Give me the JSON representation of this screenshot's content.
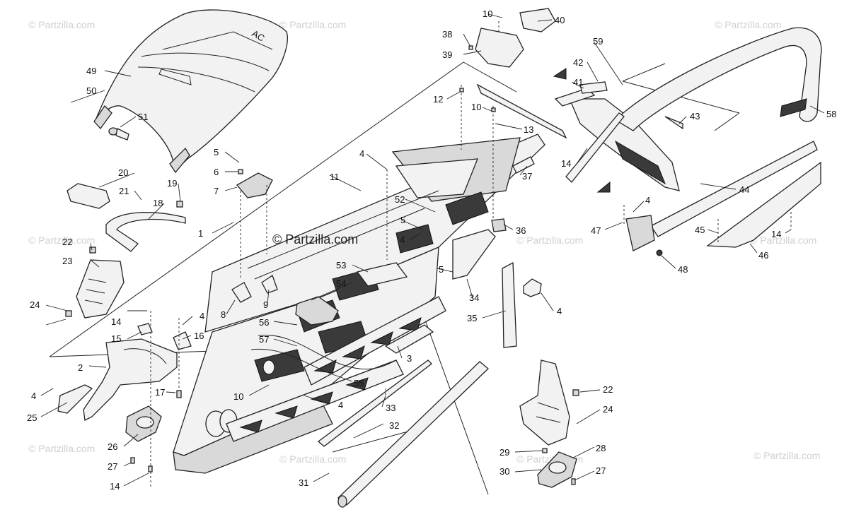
{
  "watermark": "© Partzilla.com",
  "watermark_center": "© Partzilla.com",
  "callouts": [
    {
      "n": "1"
    },
    {
      "n": "2"
    },
    {
      "n": "3"
    },
    {
      "n": "4"
    },
    {
      "n": "4"
    },
    {
      "n": "4"
    },
    {
      "n": "4"
    },
    {
      "n": "4"
    },
    {
      "n": "4"
    },
    {
      "n": "4"
    },
    {
      "n": "5"
    },
    {
      "n": "5"
    },
    {
      "n": "5"
    },
    {
      "n": "6"
    },
    {
      "n": "7"
    },
    {
      "n": "8"
    },
    {
      "n": "9"
    },
    {
      "n": "10"
    },
    {
      "n": "10"
    },
    {
      "n": "10"
    },
    {
      "n": "11"
    },
    {
      "n": "12"
    },
    {
      "n": "13"
    },
    {
      "n": "14"
    },
    {
      "n": "14"
    },
    {
      "n": "14"
    },
    {
      "n": "14"
    },
    {
      "n": "15"
    },
    {
      "n": "16"
    },
    {
      "n": "17"
    },
    {
      "n": "18"
    },
    {
      "n": "19"
    },
    {
      "n": "20"
    },
    {
      "n": "21"
    },
    {
      "n": "22"
    },
    {
      "n": "22"
    },
    {
      "n": "23"
    },
    {
      "n": "24"
    },
    {
      "n": "24"
    },
    {
      "n": "25"
    },
    {
      "n": "26"
    },
    {
      "n": "27"
    },
    {
      "n": "27"
    },
    {
      "n": "28"
    },
    {
      "n": "29"
    },
    {
      "n": "30"
    },
    {
      "n": "31"
    },
    {
      "n": "32"
    },
    {
      "n": "33"
    },
    {
      "n": "34"
    },
    {
      "n": "35"
    },
    {
      "n": "36"
    },
    {
      "n": "37"
    },
    {
      "n": "38"
    },
    {
      "n": "39"
    },
    {
      "n": "40"
    },
    {
      "n": "41"
    },
    {
      "n": "42"
    },
    {
      "n": "43"
    },
    {
      "n": "44"
    },
    {
      "n": "45"
    },
    {
      "n": "46"
    },
    {
      "n": "47"
    },
    {
      "n": "48"
    },
    {
      "n": "49"
    },
    {
      "n": "50"
    },
    {
      "n": "51"
    },
    {
      "n": "52"
    },
    {
      "n": "53"
    },
    {
      "n": "54"
    },
    {
      "n": "55"
    },
    {
      "n": "56"
    },
    {
      "n": "57"
    },
    {
      "n": "58"
    },
    {
      "n": "59"
    }
  ]
}
